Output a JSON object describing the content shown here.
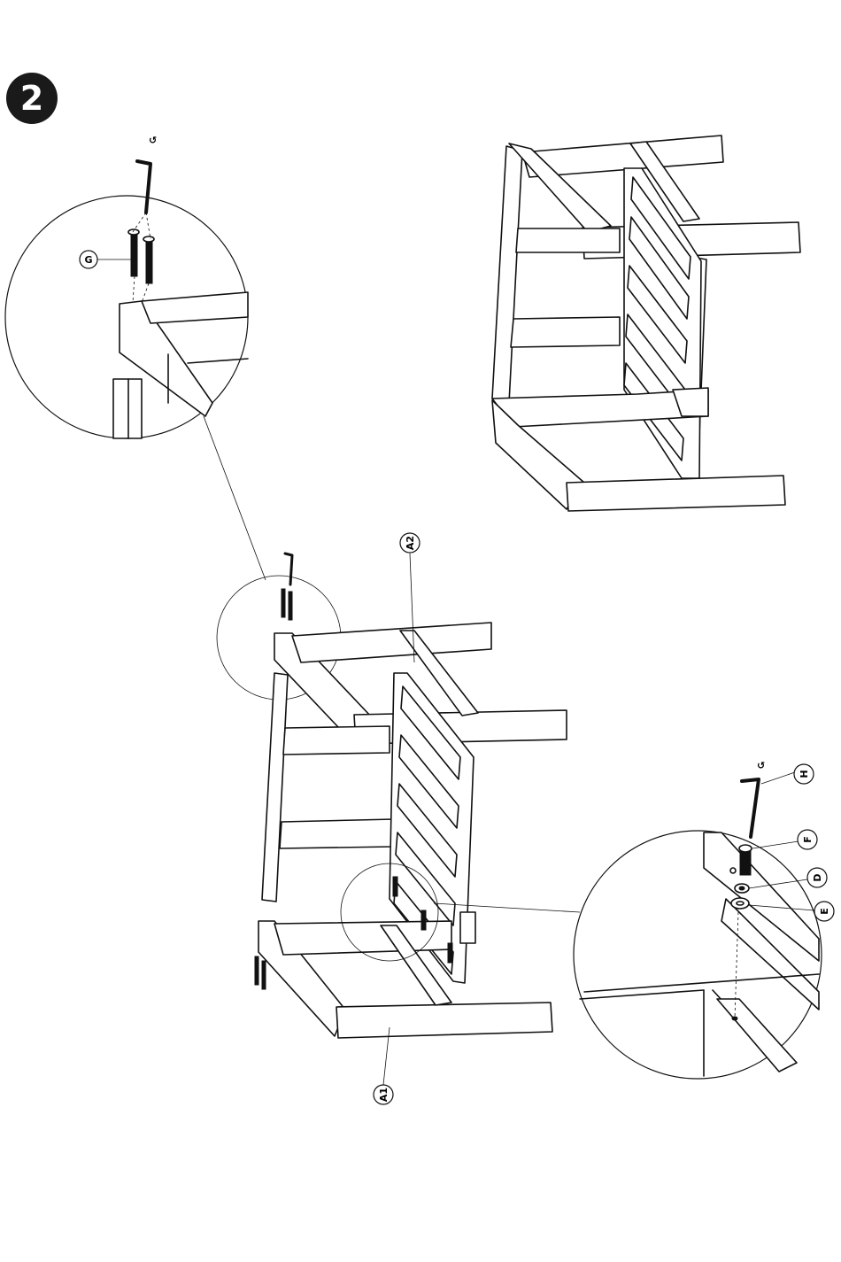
{
  "step": {
    "number": "2"
  },
  "labels": {
    "g": "G",
    "a2": "A2",
    "a1": "A1",
    "h": "H",
    "f": "F",
    "d": "D",
    "e": "E"
  }
}
